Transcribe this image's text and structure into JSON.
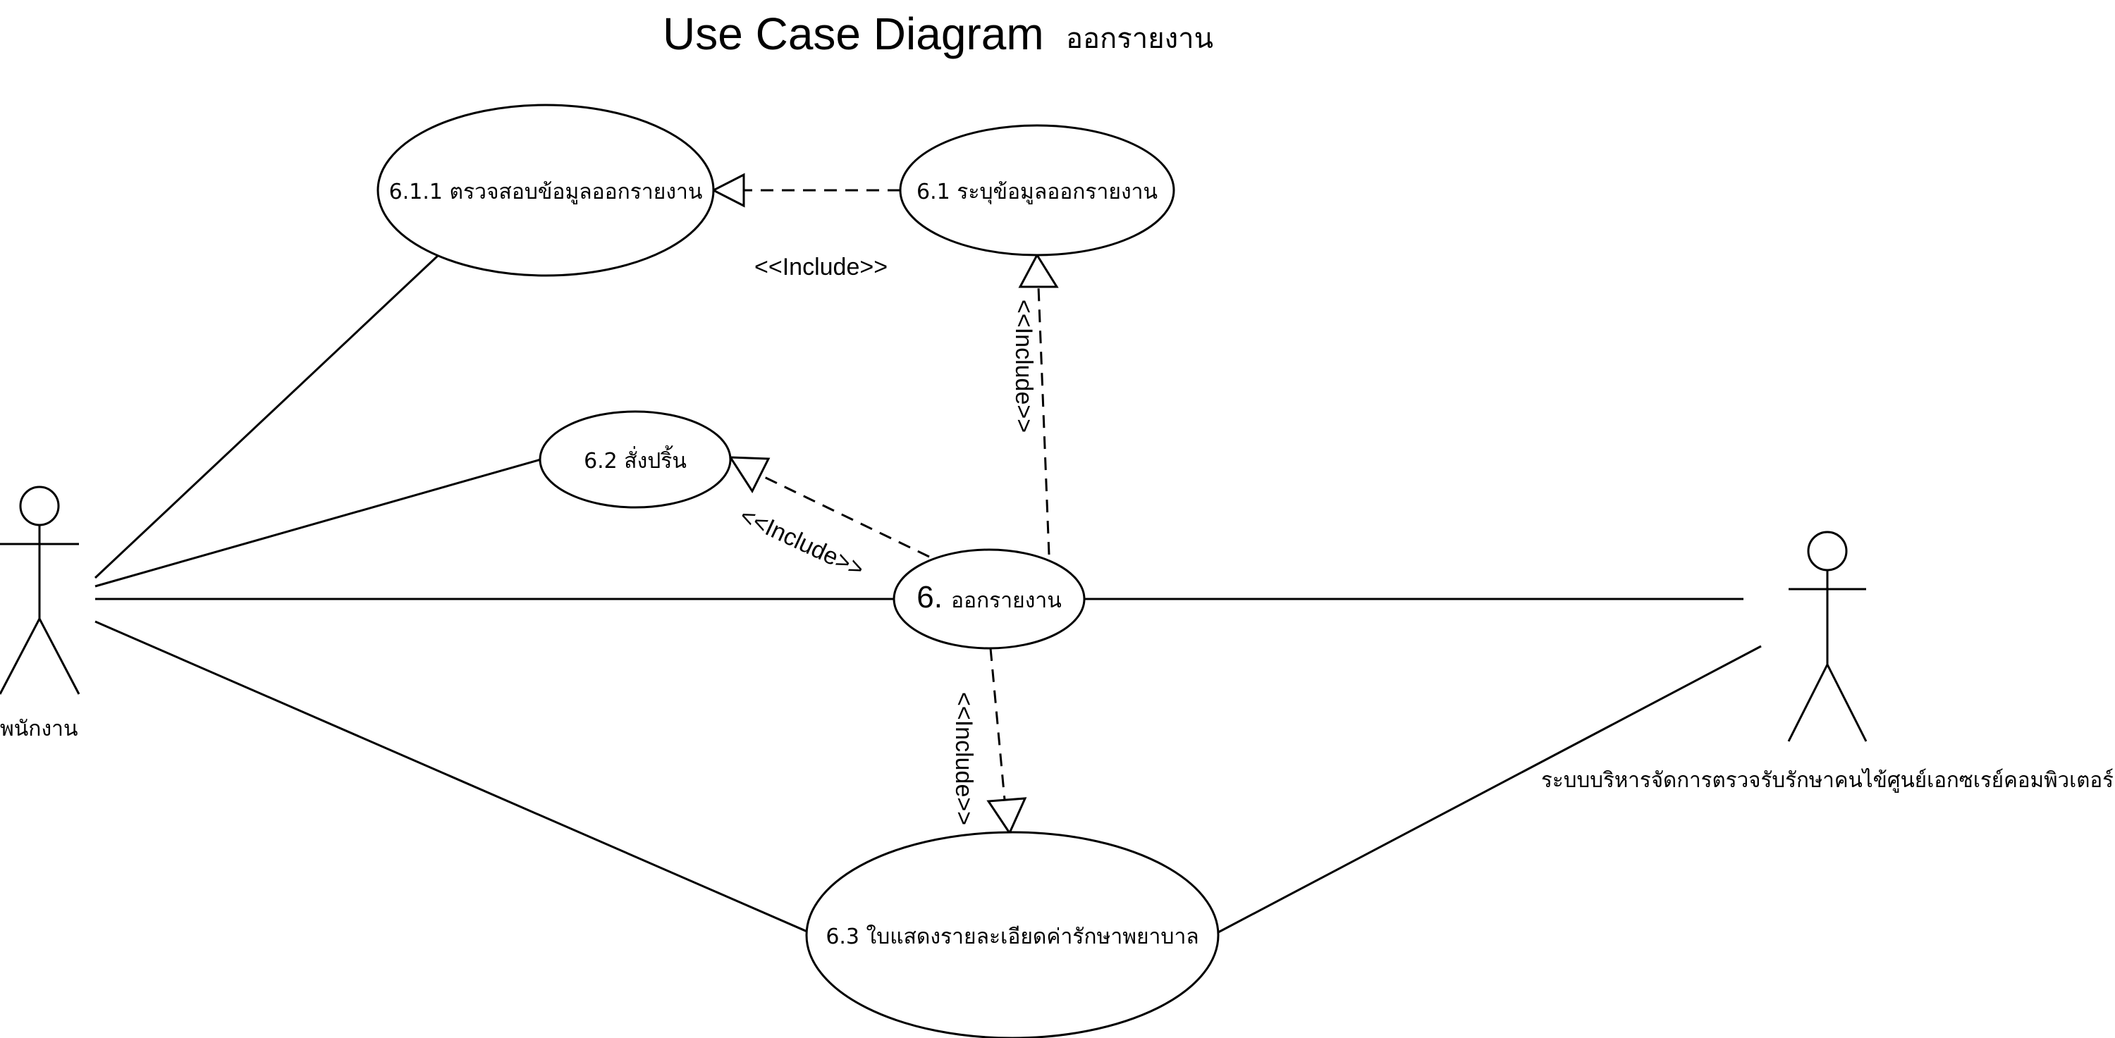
{
  "title": {
    "main": "Use Case Diagram",
    "sub": "ออกรายงาน"
  },
  "actors": {
    "employee": {
      "label": "พนักงาน"
    },
    "system": {
      "label": "ระบบบริหารจัดการตรวจรับรักษาคนไข้ศูนย์เอกซเรย์คอมพิวเตอร์"
    }
  },
  "use_cases": {
    "uc_6": {
      "number": "6.",
      "label": "ออกรายงาน"
    },
    "uc_6_1": {
      "label": "6.1 ระบุข้อมูลออกรายงาน"
    },
    "uc_6_1_1": {
      "label": "6.1.1 ตรวจสอบข้อมูลออกรายงาน"
    },
    "uc_6_2": {
      "label": "6.2 สั่งปริ้น"
    },
    "uc_6_3": {
      "label": "6.3 ใบแสดงรายละเอียดค่ารักษาพยาบาล"
    }
  },
  "relations": {
    "include_6_1_to_6_1_1": "<<Include>>",
    "include_6_to_6_1": "<<Include>>",
    "include_6_to_6_2": "<<Include>>",
    "include_6_to_6_3": "<<Include>>"
  }
}
